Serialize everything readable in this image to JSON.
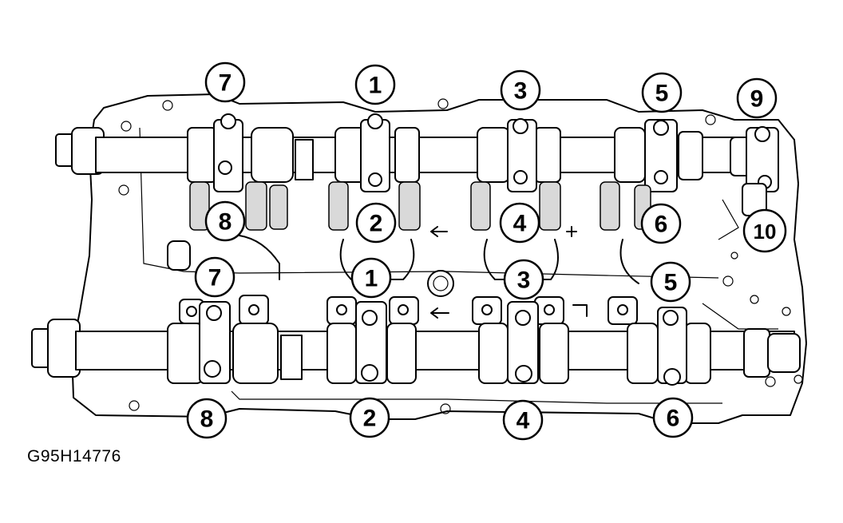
{
  "figure_code": "G95H14776",
  "callouts": {
    "top_row": [
      "7",
      "1",
      "3",
      "5",
      "9"
    ],
    "upper_mid_row": [
      "8",
      "2",
      "4",
      "6",
      "10"
    ],
    "lower_mid_row": [
      "7",
      "1",
      "3",
      "5"
    ],
    "bottom_row": [
      "8",
      "2",
      "4",
      "6"
    ]
  }
}
